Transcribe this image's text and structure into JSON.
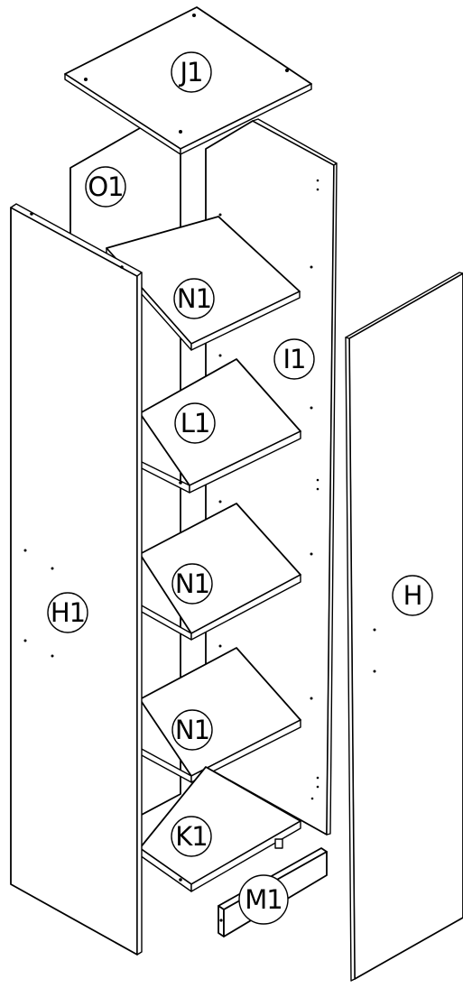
{
  "parts": [
    {
      "id": "top_panel",
      "label": "J1"
    },
    {
      "id": "back_panel",
      "label": "O1"
    },
    {
      "id": "shelf_1",
      "label": "N1"
    },
    {
      "id": "right_side_panel",
      "label": "I1"
    },
    {
      "id": "shelf_2",
      "label": "L1"
    },
    {
      "id": "shelf_3",
      "label": "N1"
    },
    {
      "id": "left_side_panel",
      "label": "H1"
    },
    {
      "id": "door_panel",
      "label": "H"
    },
    {
      "id": "shelf_4",
      "label": "N1"
    },
    {
      "id": "bottom_panel",
      "label": "K1"
    },
    {
      "id": "plinth",
      "label": "M1"
    }
  ]
}
